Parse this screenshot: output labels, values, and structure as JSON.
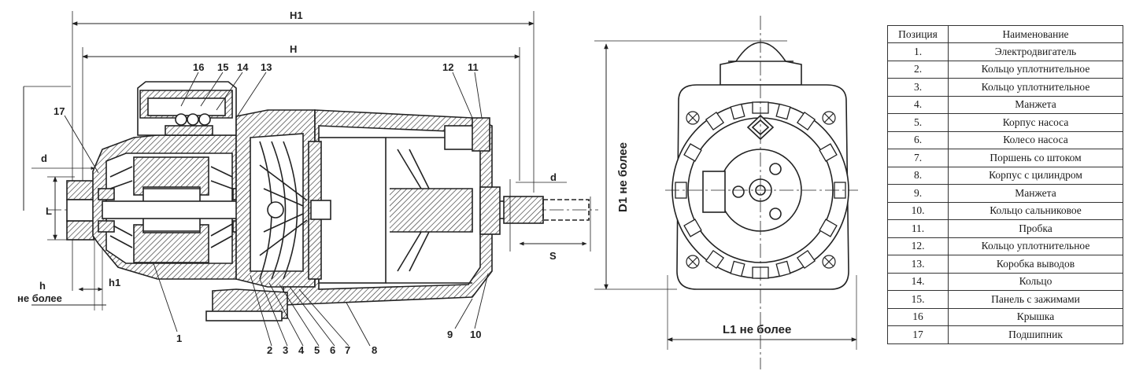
{
  "labels": {
    "H1": "H1",
    "H": "H",
    "d_left": "d",
    "d_right": "d",
    "L": "L",
    "h": "h",
    "h_ne": "не более",
    "h1": "h1",
    "S": "S",
    "D1": "D1 не более",
    "L1": "L1 не более",
    "callouts_top": [
      "16",
      "15",
      "14",
      "13"
    ],
    "callout_17": "17",
    "callouts_right": [
      "12",
      "11"
    ],
    "callout_1": "1",
    "callouts_bottom": [
      "2",
      "3",
      "4",
      "5",
      "6",
      "7"
    ],
    "callout_8": "8",
    "callout_9": "9",
    "callout_10": "10"
  },
  "table": {
    "headers": [
      "Позиция",
      "Наименование"
    ],
    "rows": [
      [
        "1.",
        "Электродвигатель"
      ],
      [
        "2.",
        "Кольцо уплотнительное"
      ],
      [
        "3.",
        "Кольцо уплотнительное"
      ],
      [
        "4.",
        "Манжета"
      ],
      [
        "5.",
        "Корпус насоса"
      ],
      [
        "6.",
        "Колесо насоса"
      ],
      [
        "7.",
        "Поршень со штоком"
      ],
      [
        "8.",
        "Корпус с цилиндром"
      ],
      [
        "9.",
        "Манжета"
      ],
      [
        "10.",
        "Кольцо сальниковое"
      ],
      [
        "11.",
        "Пробка"
      ],
      [
        "12.",
        "Кольцо уплотнительное"
      ],
      [
        "13.",
        "Коробка выводов"
      ],
      [
        "14.",
        "Кольцо"
      ],
      [
        "15.",
        "Панель с зажимами"
      ],
      [
        "16",
        "Крышка"
      ],
      [
        "17",
        "Подшипник"
      ]
    ]
  }
}
